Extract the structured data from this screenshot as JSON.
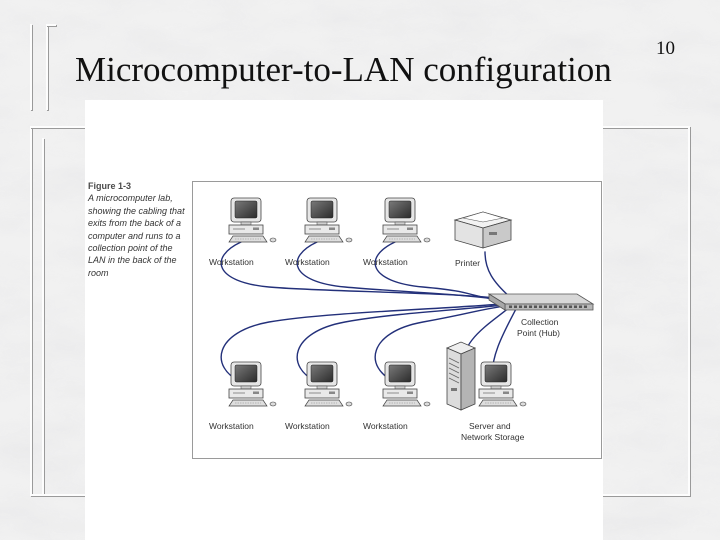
{
  "slide": {
    "title": "Microcomputer-to-LAN configuration",
    "page_number": "10"
  },
  "figure": {
    "caption_title": "Figure 1-3",
    "caption_text": "A microcomputer lab, showing the cabling that exits from the back of a computer and runs to a collection point of the LAN in the back of the room",
    "top_row": [
      "Workstation",
      "Workstation",
      "Workstation",
      "Printer"
    ],
    "bottom_row": [
      "Workstation",
      "Workstation",
      "Workstation"
    ],
    "server": {
      "line1": "Server and",
      "line2": "Network Storage"
    },
    "hub": {
      "line1": "Collection",
      "line2": "Point (Hub)"
    }
  },
  "colors": {
    "cable": "#23307a",
    "background": "#dadada",
    "frame": "#fdfdfd"
  }
}
